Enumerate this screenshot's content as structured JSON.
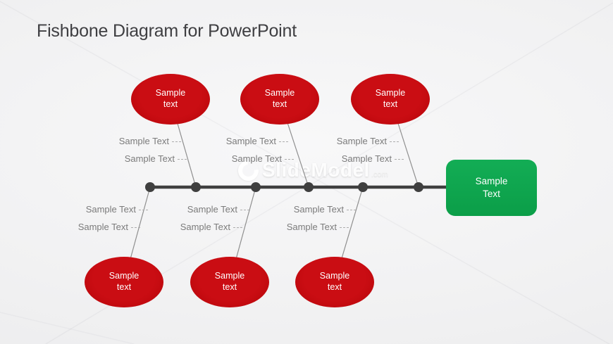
{
  "title": "Fishbone Diagram for PowerPoint",
  "watermark": {
    "logo": "circle-logo-icon",
    "text": "SlideModel",
    "suffix": ".com"
  },
  "colors": {
    "background": "#f0f0f1",
    "cause_red": "#c30b13",
    "effect_green": "#0ea751",
    "spine_dark": "#3f3f3f",
    "branch_gray": "#8f8f8f",
    "label_gray": "#7b7b7b",
    "dash_gray": "#adadad",
    "title_gray": "#3f3f42",
    "text_white": "#ffffff"
  },
  "diagram": {
    "effect": {
      "label": "Sample Text"
    },
    "causes": [
      {
        "position": "top-1",
        "label": "Sample text"
      },
      {
        "position": "top-2",
        "label": "Sample text"
      },
      {
        "position": "top-3",
        "label": "Sample text"
      },
      {
        "position": "bottom-1",
        "label": "Sample text"
      },
      {
        "position": "bottom-2",
        "label": "Sample text"
      },
      {
        "position": "bottom-3",
        "label": "Sample text"
      }
    ],
    "branch_labels": [
      {
        "text": "Sample Text"
      },
      {
        "text": "Sample Text"
      },
      {
        "text": "Sample Text"
      },
      {
        "text": "Sample Text"
      },
      {
        "text": "Sample Text"
      },
      {
        "text": "Sample Text"
      },
      {
        "text": "Sample Text"
      },
      {
        "text": "Sample Text"
      },
      {
        "text": "Sample Text"
      },
      {
        "text": "Sample Text"
      },
      {
        "text": "Sample Text"
      },
      {
        "text": "Sample Text"
      }
    ]
  }
}
